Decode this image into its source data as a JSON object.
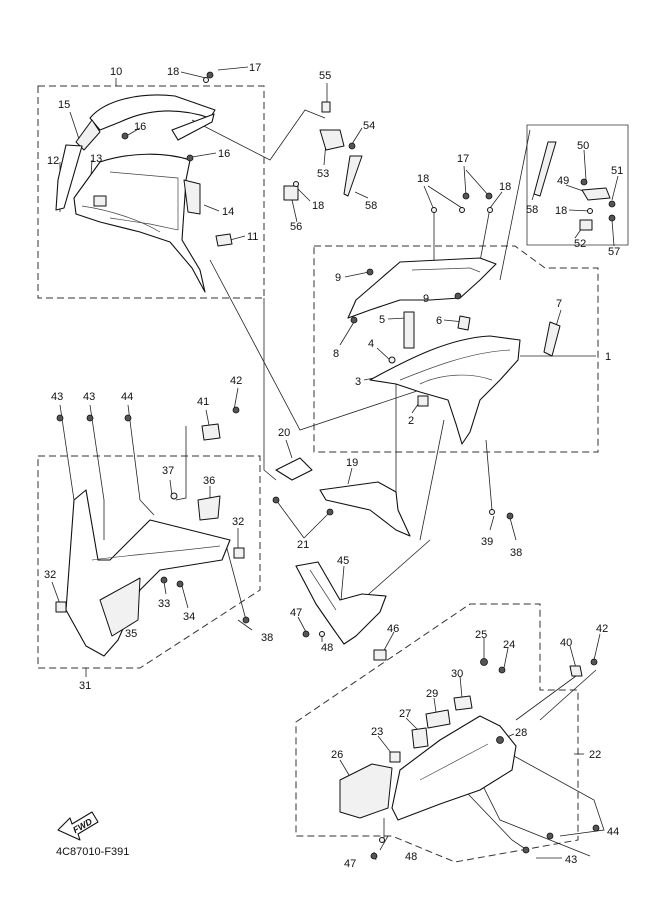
{
  "diagram": {
    "drawing_code": "4C87010-F391",
    "fwd_label": "FWD",
    "callouts": [
      {
        "id": "c10",
        "text": "10"
      },
      {
        "id": "c18a",
        "text": "18"
      },
      {
        "id": "c17a",
        "text": "17"
      },
      {
        "id": "c55",
        "text": "55"
      },
      {
        "id": "c15",
        "text": "15"
      },
      {
        "id": "c16a",
        "text": "16"
      },
      {
        "id": "c16b",
        "text": "16"
      },
      {
        "id": "c12",
        "text": "12"
      },
      {
        "id": "c13",
        "text": "13"
      },
      {
        "id": "c14",
        "text": "14"
      },
      {
        "id": "c11",
        "text": "11"
      },
      {
        "id": "c54",
        "text": "54"
      },
      {
        "id": "c53",
        "text": "53"
      },
      {
        "id": "c18b",
        "text": "18"
      },
      {
        "id": "c58a",
        "text": "58"
      },
      {
        "id": "c56",
        "text": "56"
      },
      {
        "id": "c17b",
        "text": "17"
      },
      {
        "id": "c18c",
        "text": "18"
      },
      {
        "id": "c18d",
        "text": "18"
      },
      {
        "id": "c58b",
        "text": "58"
      },
      {
        "id": "c50",
        "text": "50"
      },
      {
        "id": "c49",
        "text": "49"
      },
      {
        "id": "c51",
        "text": "51"
      },
      {
        "id": "c18e",
        "text": "18"
      },
      {
        "id": "c52",
        "text": "52"
      },
      {
        "id": "c57",
        "text": "57"
      },
      {
        "id": "c9a",
        "text": "9"
      },
      {
        "id": "c9b",
        "text": "9"
      },
      {
        "id": "c7",
        "text": "7"
      },
      {
        "id": "c5",
        "text": "5"
      },
      {
        "id": "c6",
        "text": "6"
      },
      {
        "id": "c8",
        "text": "8"
      },
      {
        "id": "c4",
        "text": "4"
      },
      {
        "id": "c1",
        "text": "1"
      },
      {
        "id": "c3",
        "text": "3"
      },
      {
        "id": "c2",
        "text": "2"
      },
      {
        "id": "c43a",
        "text": "43"
      },
      {
        "id": "c43b",
        "text": "43"
      },
      {
        "id": "c44a",
        "text": "44"
      },
      {
        "id": "c42a",
        "text": "42"
      },
      {
        "id": "c41",
        "text": "41"
      },
      {
        "id": "c20",
        "text": "20"
      },
      {
        "id": "c19",
        "text": "19"
      },
      {
        "id": "c37",
        "text": "37"
      },
      {
        "id": "c36",
        "text": "36"
      },
      {
        "id": "c32a",
        "text": "32"
      },
      {
        "id": "c32b",
        "text": "32"
      },
      {
        "id": "c33",
        "text": "33"
      },
      {
        "id": "c34",
        "text": "34"
      },
      {
        "id": "c35",
        "text": "35"
      },
      {
        "id": "c38a",
        "text": "38"
      },
      {
        "id": "c21",
        "text": "21"
      },
      {
        "id": "c39",
        "text": "39"
      },
      {
        "id": "c38b",
        "text": "38"
      },
      {
        "id": "c45",
        "text": "45"
      },
      {
        "id": "c47a",
        "text": "47"
      },
      {
        "id": "c46",
        "text": "46"
      },
      {
        "id": "c48a",
        "text": "48"
      },
      {
        "id": "c31",
        "text": "31"
      },
      {
        "id": "c25",
        "text": "25"
      },
      {
        "id": "c24",
        "text": "24"
      },
      {
        "id": "c40",
        "text": "40"
      },
      {
        "id": "c42b",
        "text": "42"
      },
      {
        "id": "c30",
        "text": "30"
      },
      {
        "id": "c29",
        "text": "29"
      },
      {
        "id": "c27",
        "text": "27"
      },
      {
        "id": "c23",
        "text": "23"
      },
      {
        "id": "c28",
        "text": "28"
      },
      {
        "id": "c22",
        "text": "22"
      },
      {
        "id": "c26",
        "text": "26"
      },
      {
        "id": "c44b",
        "text": "44"
      },
      {
        "id": "c43c",
        "text": "43"
      },
      {
        "id": "c47b",
        "text": "47"
      },
      {
        "id": "c48b",
        "text": "48"
      }
    ]
  }
}
